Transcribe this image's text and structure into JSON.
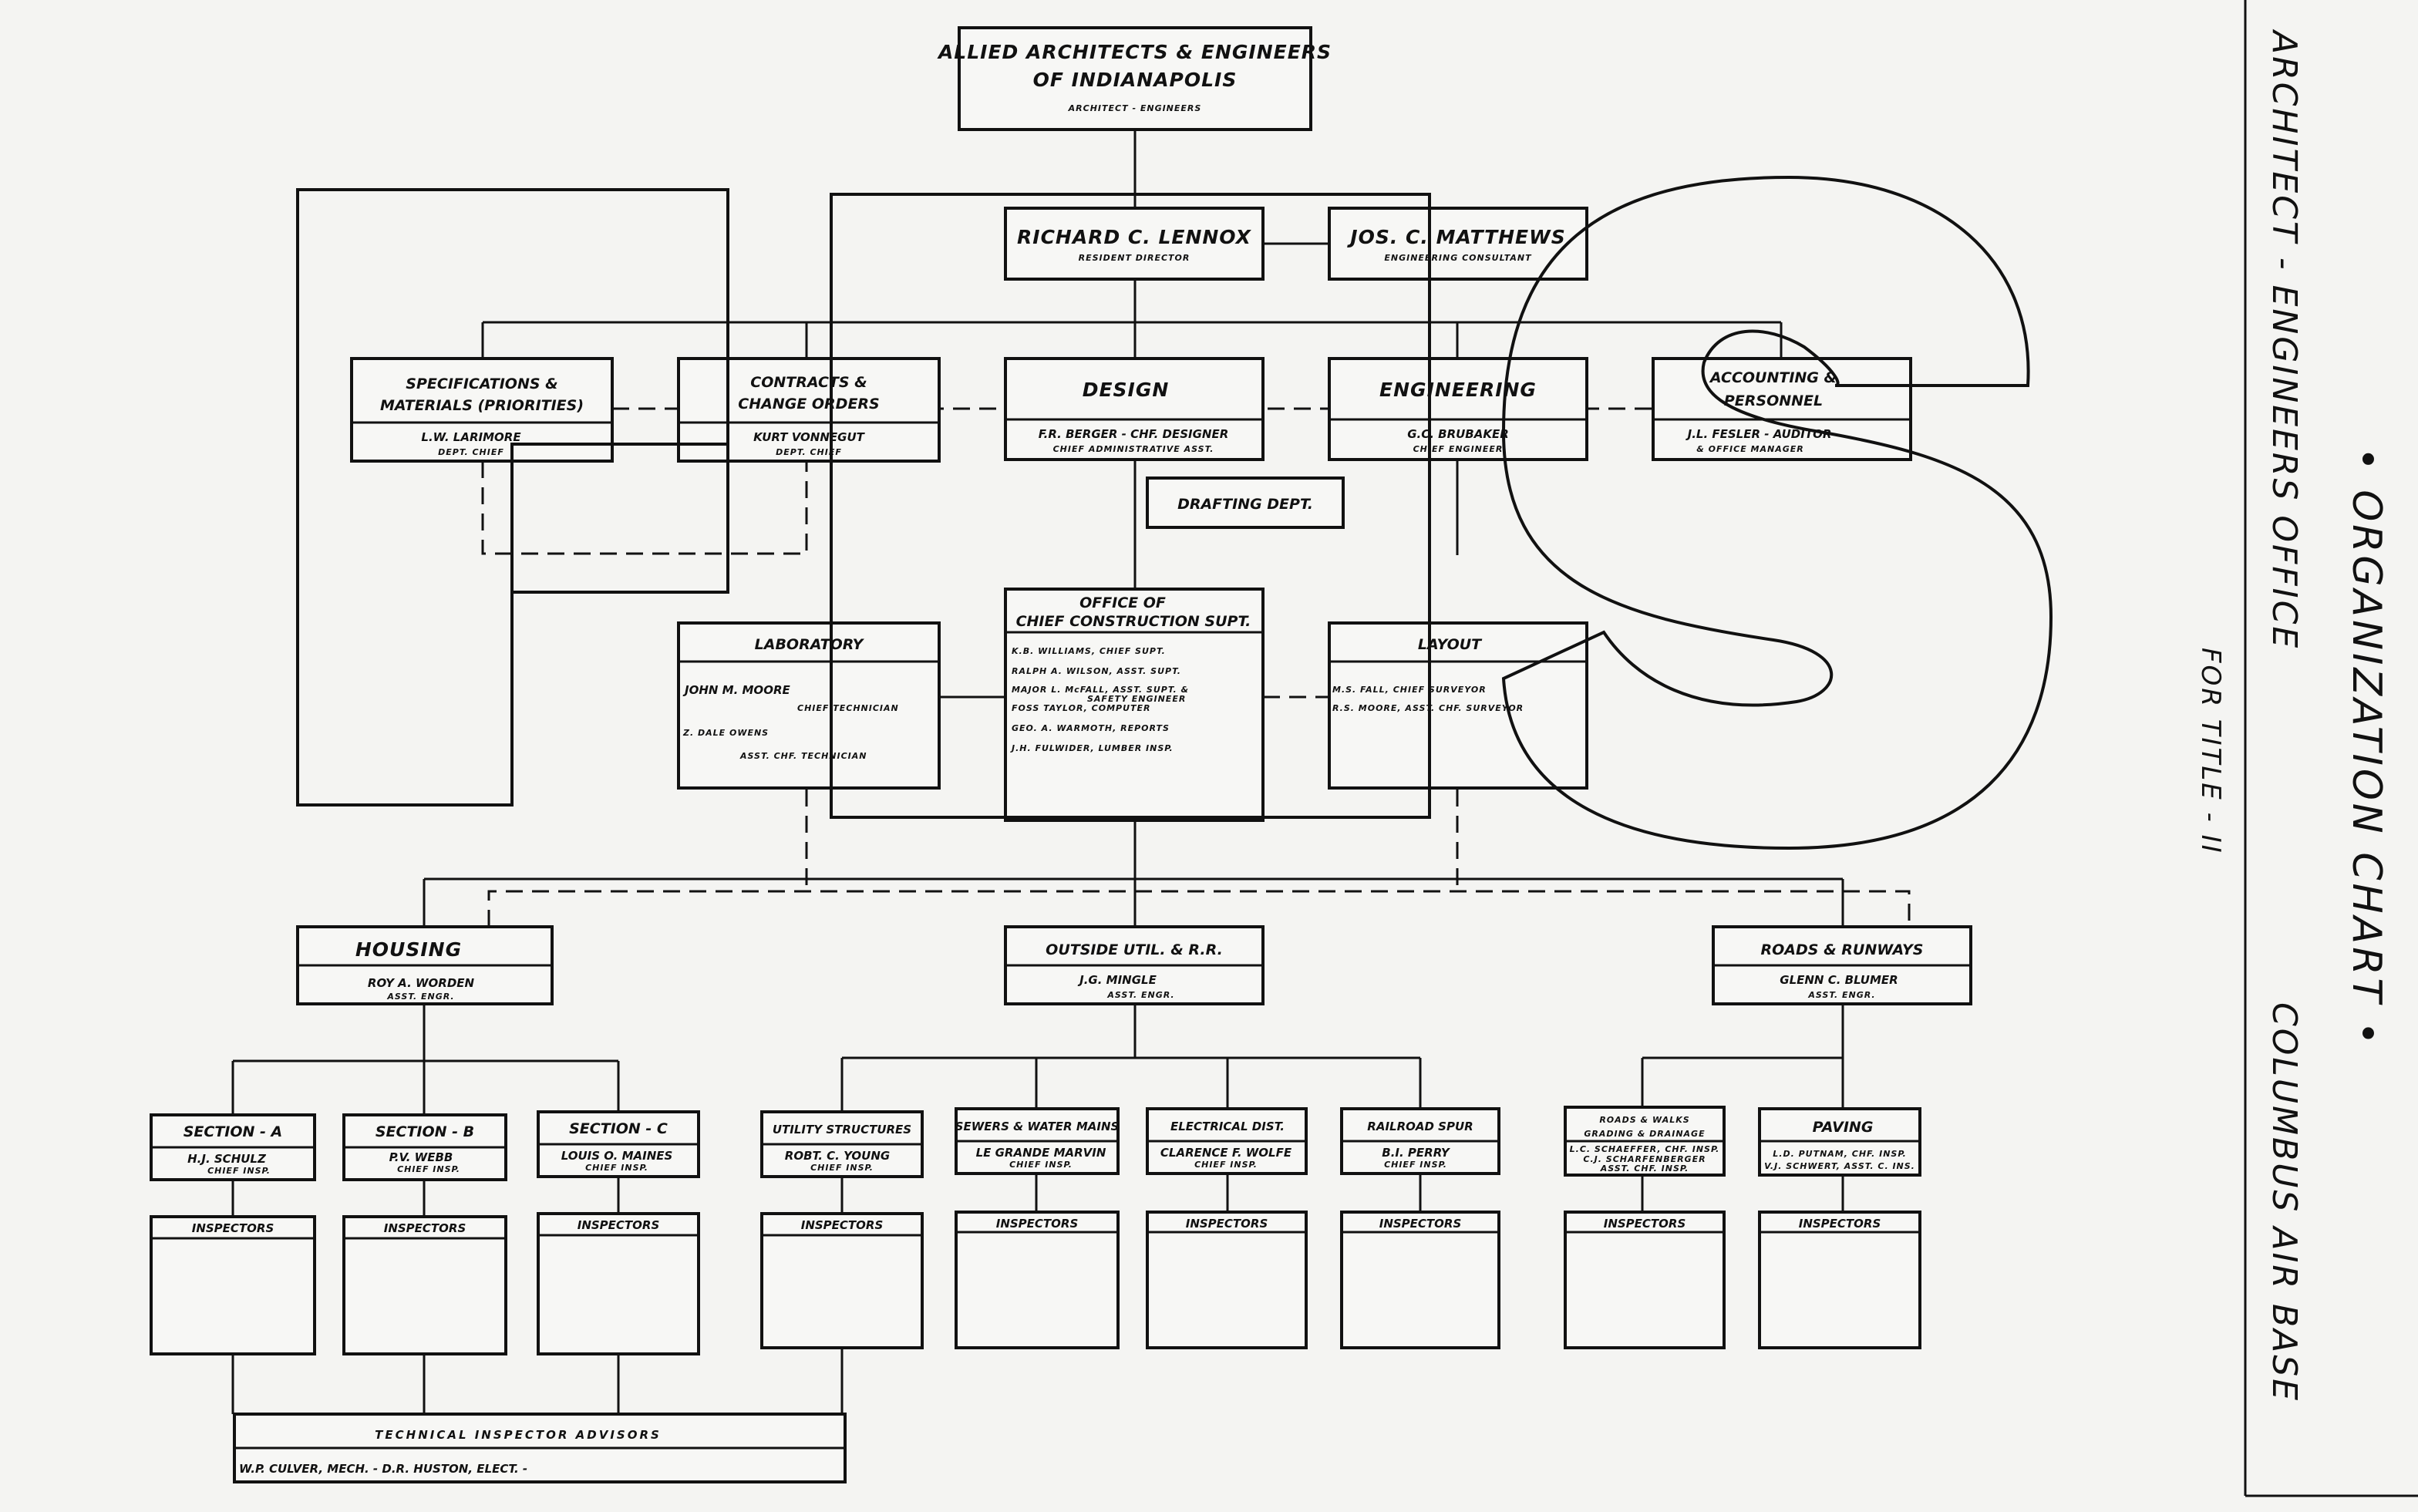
{
  "title": {
    "line1": "• ORGANIZATION CHART •",
    "line2": "ARCHITECT - ENGINEERS OFFICE",
    "line3": "COLUMBUS AIR BASE",
    "line4": "FOR TITLE - II"
  },
  "top": {
    "line1": "ALLIED ARCHITECTS & ENGINEERS",
    "line2": "OF INDIANAPOLIS",
    "line3": "ARCHITECT - ENGINEERS"
  },
  "lennox": {
    "name": "RICHARD C. LENNOX",
    "role": "RESIDENT DIRECTOR"
  },
  "matthews": {
    "name": "JOS. C. MATTHEWS",
    "role": "ENGINEERING CONSULTANT"
  },
  "specs": {
    "line1": "SPECIFICATIONS &",
    "line2": "MATERIALS (PRIORITIES)",
    "name": "L.W. LARIMORE",
    "role": "DEPT. CHIEF"
  },
  "contracts": {
    "line1": "CONTRACTS &",
    "line2": "CHANGE ORDERS",
    "name": "KURT VONNEGUT",
    "role": "DEPT. CHIEF"
  },
  "design": {
    "title": "DESIGN",
    "name": "F.R. BERGER - CHF. DESIGNER",
    "role": "CHIEF ADMINISTRATIVE ASST."
  },
  "engineering": {
    "title": "ENGINEERING",
    "name": "G.C. BRUBAKER",
    "role": "CHIEF ENGINEER"
  },
  "accounting": {
    "line1": "ACCOUNTING &",
    "line2": "PERSONNEL",
    "name1": "J.L. FESLER - AUDITOR",
    "name2": "& OFFICE MANAGER"
  },
  "drafting": {
    "title": "DRAFTING DEPT."
  },
  "laboratory": {
    "title": "LABORATORY",
    "p1": "JOHN M. MOORE",
    "p1r": "CHIEF TECHNICIAN",
    "p2": "Z. DALE OWENS",
    "p2r": "ASST. CHF. TECHNICIAN"
  },
  "chief_const": {
    "line1": "OFFICE OF",
    "line2": "CHIEF CONSTRUCTION SUPT.",
    "r1": "K.B. WILLIAMS, CHIEF SUPT.",
    "r2": "RALPH A. WILSON, ASST. SUPT.",
    "r3": "MAJOR L. McFALL, ASST. SUPT. &",
    "r3b": "SAFETY ENGINEER",
    "r4": "FOSS TAYLOR, COMPUTER",
    "r5": "GEO. A. WARMOTH, REPORTS",
    "r6": "J.H. FULWIDER, LUMBER INSP."
  },
  "layout": {
    "title": "LAYOUT",
    "p1": "M.S. FALL, CHIEF SURVEYOR",
    "p2": "R.S. MOORE, ASST. CHF. SURVEYOR"
  },
  "housing": {
    "title": "HOUSING",
    "name": "ROY A. WORDEN",
    "role": "ASST. ENGR."
  },
  "outside": {
    "title": "OUTSIDE UTIL. & R.R.",
    "name": "J.G. MINGLE",
    "role": "ASST. ENGR."
  },
  "roads": {
    "title": "ROADS & RUNWAYS",
    "name": "GLENN C. BLUMER",
    "role": "ASST. ENGR."
  },
  "sections": [
    {
      "title": "SECTION - A",
      "name": "H.J. SCHULZ",
      "role": "CHIEF INSP."
    },
    {
      "title": "SECTION - B",
      "name": "P.V. WEBB",
      "role": "CHIEF INSP."
    },
    {
      "title": "SECTION - C",
      "name": "LOUIS O. MAINES",
      "role": "CHIEF INSP."
    },
    {
      "title": "UTILITY STRUCTURES",
      "name": "ROBT. C. YOUNG",
      "role": "CHIEF INSP."
    },
    {
      "title": "SEWERS & WATER MAINS",
      "name": "LE GRANDE MARVIN",
      "role": "CHIEF INSP."
    },
    {
      "title": "ELECTRICAL DIST.",
      "name": "CLARENCE F. WOLFE",
      "role": "CHIEF INSP."
    },
    {
      "title": "RAILROAD SPUR",
      "name": "B.I. PERRY",
      "role": "CHIEF INSP."
    },
    {
      "title": "ROADS & WALKS",
      "title2": "GRADING & DRAINAGE",
      "name": "L.C. SCHAEFFER, CHF. INSP.",
      "name2": "C.J. SCHARFENBERGER",
      "role": "ASST. CHF. INSP."
    },
    {
      "title": "PAVING",
      "name": "L.D. PUTNAM, CHF. INSP.",
      "name2": "V.J. SCHWERT, ASST. C. INS."
    }
  ],
  "inspectors_label": "INSPECTORS",
  "advisors": {
    "title": "TECHNICAL INSPECTOR ADVISORS",
    "names": "W.P. CULVER, MECH. - D.R. HUSTON, ELECT. -"
  },
  "overlay": {
    "letters": "FS"
  }
}
